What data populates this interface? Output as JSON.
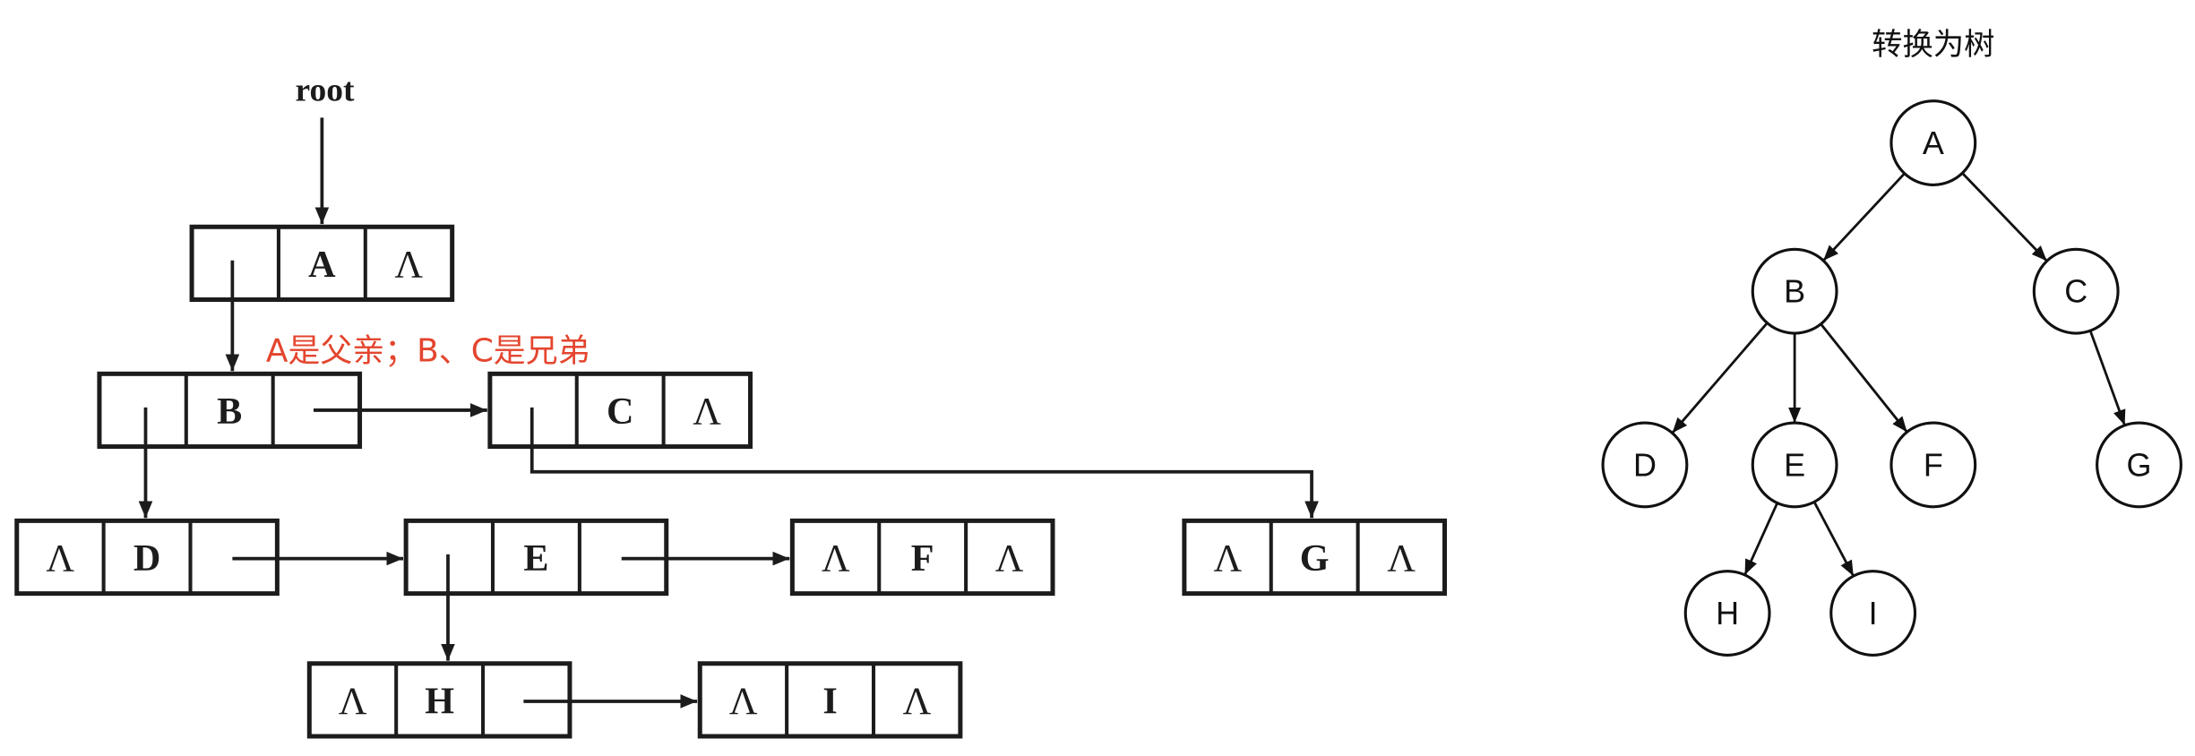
{
  "colors": {
    "annotation": "#e4452e",
    "stroke": "#1c1c1c"
  },
  "linked_list": {
    "root_label": "root",
    "annotation": "A是父亲；B、C是兄弟",
    "nodes": {
      "A": {
        "cells": [
          null,
          "A",
          "Λ"
        ]
      },
      "B": {
        "cells": [
          null,
          "B",
          null
        ]
      },
      "C": {
        "cells": [
          null,
          "C",
          "Λ"
        ]
      },
      "D": {
        "cells": [
          "Λ",
          "D",
          null
        ]
      },
      "E": {
        "cells": [
          null,
          "E",
          null
        ]
      },
      "F": {
        "cells": [
          "Λ",
          "F",
          "Λ"
        ]
      },
      "G": {
        "cells": [
          "Λ",
          "G",
          "Λ"
        ]
      },
      "H": {
        "cells": [
          "Λ",
          "H",
          null
        ]
      },
      "I": {
        "cells": [
          "Λ",
          "I",
          "Λ"
        ]
      }
    }
  },
  "tree": {
    "title": "转换为树",
    "nodes": [
      "A",
      "B",
      "C",
      "D",
      "E",
      "F",
      "G",
      "H",
      "I"
    ]
  }
}
